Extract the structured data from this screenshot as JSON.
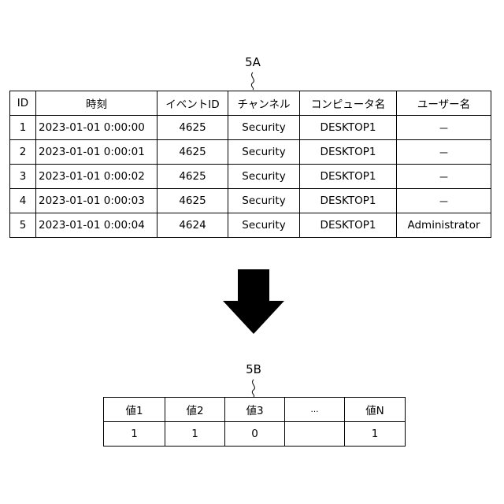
{
  "table_a": {
    "label": "5A",
    "columns": [
      "ID",
      "時刻",
      "イベントID",
      "チャンネル",
      "コンピュータ名",
      "ユーザー名"
    ],
    "rows": [
      [
        "1",
        "2023-01-01 0:00:00",
        "4625",
        "Security",
        "DESKTOP1",
        "－"
      ],
      [
        "2",
        "2023-01-01 0:00:01",
        "4625",
        "Security",
        "DESKTOP1",
        "－"
      ],
      [
        "3",
        "2023-01-01 0:00:02",
        "4625",
        "Security",
        "DESKTOP1",
        "－"
      ],
      [
        "4",
        "2023-01-01 0:00:03",
        "4625",
        "Security",
        "DESKTOP1",
        "－"
      ],
      [
        "5",
        "2023-01-01 0:00:04",
        "4624",
        "Security",
        "DESKTOP1",
        "Administrator"
      ]
    ]
  },
  "arrow_icon": "down-arrow-icon",
  "table_b": {
    "label": "5B",
    "columns": [
      "値1",
      "値2",
      "値3",
      "…",
      "値N"
    ],
    "values": [
      "1",
      "1",
      "0",
      "",
      "1"
    ]
  }
}
